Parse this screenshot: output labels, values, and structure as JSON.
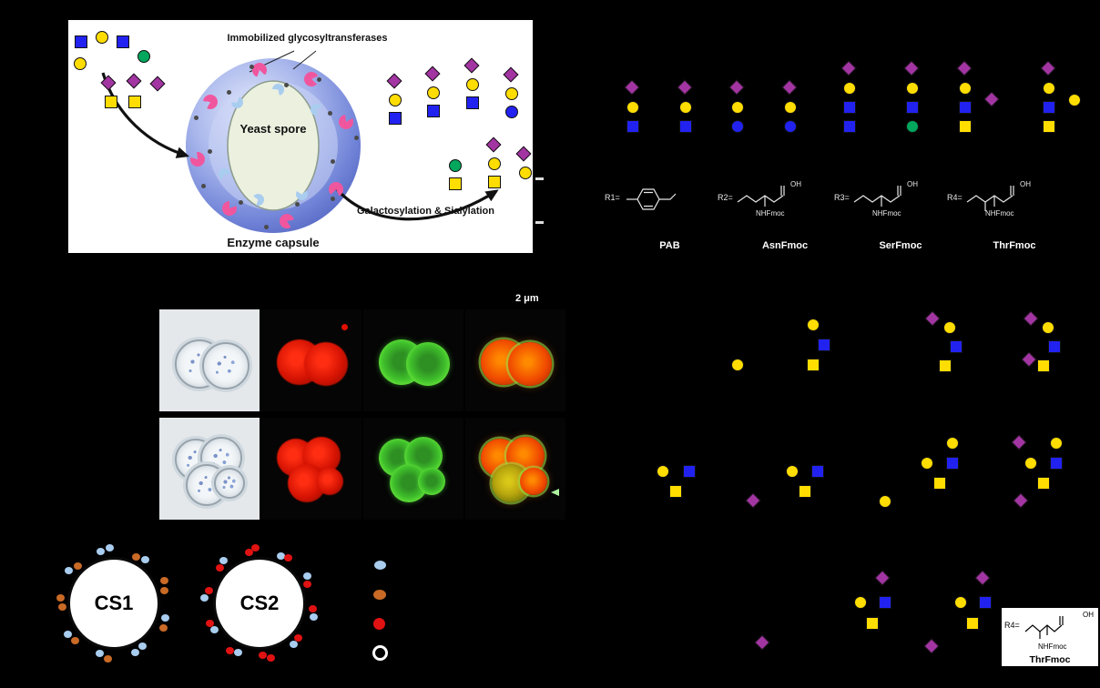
{
  "figure": {
    "panel_a": {
      "immobilized_label": "Immobilized glycosyltransferases",
      "yeast_spore_label": "Yeast spore",
      "galactosylation_label": "Galactosylation & Sialylation",
      "caption": "Enzyme capsule"
    },
    "microscopy": {
      "scale_label": "2 μm"
    },
    "capsules": {
      "cs1": {
        "label": "CS1",
        "dots": [
          "lightblue",
          "orange",
          "lightblue",
          "orange",
          "orange",
          "lightblue",
          "orange",
          "lightblue",
          "lightblue",
          "orange",
          "lightblue",
          "orange",
          "lightblue",
          "orange",
          "orange",
          "lightblue",
          "orange",
          "lightblue"
        ]
      },
      "cs2": {
        "label": "CS2",
        "dots": [
          "red",
          "lightblue",
          "red",
          "lightblue",
          "red",
          "red",
          "lightblue",
          "red",
          "lightblue",
          "red",
          "red",
          "lightblue",
          "red",
          "lightblue",
          "red",
          "lightblue",
          "red",
          "red",
          "lightblue",
          "red"
        ]
      },
      "legend_swatches": [
        "lightblue",
        "orange",
        "red",
        "open"
      ]
    },
    "chem": {
      "items": [
        {
          "r_label": "R1=",
          "name": "PAB"
        },
        {
          "r_label": "R2=",
          "name": "AsnFmoc",
          "oh": "OH",
          "nhfmoc": "NHFmoc"
        },
        {
          "r_label": "R3=",
          "name": "SerFmoc",
          "oh": "OH",
          "nhfmoc": "NHFmoc"
        },
        {
          "r_label": "R4=",
          "name": "ThrFmoc",
          "oh": "OH",
          "nhfmoc": "NHFmoc"
        }
      ]
    },
    "r4_box": {
      "r_label": "R4=",
      "oh": "OH",
      "nhfmoc": "NHFmoc",
      "name": "ThrFmoc"
    }
  },
  "colors": {
    "yellow": "#FFDD00",
    "blue": "#2222F0",
    "purple": "#A335A3",
    "green": "#00A75C",
    "lightblue": "#A9CDEF",
    "orange": "#C96A26",
    "red": "#E01212",
    "pink": "#F0569E"
  },
  "glycans": [
    [
      89,
      46,
      "sq",
      "blue"
    ],
    [
      112,
      41,
      "ci",
      "yellow"
    ],
    [
      135,
      46,
      "sq",
      "blue"
    ],
    [
      88,
      70,
      "ci",
      "yellow"
    ],
    [
      158,
      62,
      "ci",
      "green"
    ],
    [
      120,
      92,
      "di",
      "purple"
    ],
    [
      148,
      90,
      "di",
      "purple"
    ],
    [
      174,
      93,
      "di",
      "purple"
    ],
    [
      122,
      112,
      "sq",
      "yellow"
    ],
    [
      148,
      112,
      "sq",
      "yellow"
    ],
    [
      434,
      90,
      "di",
      "purple"
    ],
    [
      434,
      110,
      "ci",
      "yellow"
    ],
    [
      434,
      130,
      "sq",
      "blue"
    ],
    [
      476,
      82,
      "di",
      "purple"
    ],
    [
      476,
      102,
      "ci",
      "yellow"
    ],
    [
      476,
      122,
      "sq",
      "blue"
    ],
    [
      519,
      73,
      "di",
      "purple"
    ],
    [
      519,
      93,
      "ci",
      "yellow"
    ],
    [
      519,
      113,
      "sq",
      "blue"
    ],
    [
      562,
      83,
      "di",
      "purple"
    ],
    [
      562,
      103,
      "ci",
      "yellow"
    ],
    [
      562,
      123,
      "ci",
      "blue"
    ],
    [
      543,
      160,
      "di",
      "purple"
    ],
    [
      543,
      180,
      "ci",
      "yellow"
    ],
    [
      543,
      200,
      "sq",
      "yellow"
    ],
    [
      500,
      182,
      "ci",
      "green"
    ],
    [
      500,
      202,
      "sq",
      "yellow"
    ],
    [
      576,
      170,
      "di",
      "purple"
    ],
    [
      577,
      190,
      "ci",
      "yellow"
    ],
    [
      695,
      97,
      "di",
      "purple"
    ],
    [
      695,
      118,
      "ci",
      "yellow"
    ],
    [
      695,
      139,
      "sq",
      "blue"
    ],
    [
      753,
      97,
      "di",
      "purple"
    ],
    [
      753,
      118,
      "ci",
      "yellow"
    ],
    [
      753,
      139,
      "sq",
      "blue"
    ],
    [
      810,
      97,
      "di",
      "purple"
    ],
    [
      810,
      118,
      "ci",
      "yellow"
    ],
    [
      810,
      139,
      "ci",
      "blue"
    ],
    [
      868,
      97,
      "di",
      "purple"
    ],
    [
      868,
      118,
      "ci",
      "yellow"
    ],
    [
      868,
      139,
      "ci",
      "blue"
    ],
    [
      933,
      76,
      "di",
      "purple"
    ],
    [
      933,
      97,
      "ci",
      "yellow"
    ],
    [
      933,
      118,
      "sq",
      "blue"
    ],
    [
      933,
      139,
      "sq",
      "blue"
    ],
    [
      1002,
      76,
      "di",
      "purple"
    ],
    [
      1002,
      97,
      "ci",
      "yellow"
    ],
    [
      1002,
      118,
      "sq",
      "blue"
    ],
    [
      1002,
      139,
      "ci",
      "green"
    ],
    [
      1060,
      76,
      "di",
      "purple"
    ],
    [
      1060,
      97,
      "ci",
      "yellow"
    ],
    [
      1060,
      118,
      "sq",
      "blue"
    ],
    [
      1060,
      139,
      "sq",
      "yellow"
    ],
    [
      1090,
      110,
      "di",
      "purple"
    ],
    [
      1152,
      76,
      "di",
      "purple"
    ],
    [
      1152,
      97,
      "ci",
      "yellow"
    ],
    [
      1152,
      118,
      "sq",
      "blue"
    ],
    [
      1152,
      139,
      "sq",
      "yellow"
    ],
    [
      1180,
      110,
      "ci",
      "yellow"
    ],
    [
      810,
      401,
      "ci",
      "yellow"
    ],
    [
      893,
      357,
      "ci",
      "yellow"
    ],
    [
      905,
      379,
      "sq",
      "blue"
    ],
    [
      893,
      401,
      "sq",
      "yellow"
    ],
    [
      1025,
      351,
      "di",
      "purple"
    ],
    [
      1043,
      360,
      "ci",
      "yellow"
    ],
    [
      1050,
      381,
      "sq",
      "blue"
    ],
    [
      1038,
      402,
      "sq",
      "yellow"
    ],
    [
      1133,
      351,
      "di",
      "purple"
    ],
    [
      1151,
      360,
      "ci",
      "yellow"
    ],
    [
      1158,
      381,
      "sq",
      "blue"
    ],
    [
      1146,
      402,
      "sq",
      "yellow"
    ],
    [
      1131,
      396,
      "di",
      "purple"
    ],
    [
      728,
      518,
      "ci",
      "yellow"
    ],
    [
      757,
      518,
      "sq",
      "blue"
    ],
    [
      742,
      540,
      "sq",
      "yellow"
    ],
    [
      828,
      551,
      "di",
      "purple"
    ],
    [
      870,
      518,
      "ci",
      "yellow"
    ],
    [
      898,
      518,
      "sq",
      "blue"
    ],
    [
      884,
      540,
      "sq",
      "yellow"
    ],
    [
      972,
      551,
      "ci",
      "yellow"
    ],
    [
      1018,
      509,
      "ci",
      "yellow"
    ],
    [
      1046,
      509,
      "sq",
      "blue"
    ],
    [
      1046,
      487,
      "ci",
      "yellow"
    ],
    [
      1032,
      531,
      "sq",
      "yellow"
    ],
    [
      1120,
      487,
      "di",
      "purple"
    ],
    [
      1132,
      509,
      "ci",
      "yellow"
    ],
    [
      1160,
      509,
      "sq",
      "blue"
    ],
    [
      1160,
      487,
      "ci",
      "yellow"
    ],
    [
      1146,
      531,
      "sq",
      "yellow"
    ],
    [
      1122,
      551,
      "di",
      "purple"
    ],
    [
      970,
      636,
      "di",
      "purple"
    ],
    [
      945,
      662,
      "ci",
      "yellow"
    ],
    [
      972,
      662,
      "sq",
      "blue"
    ],
    [
      958,
      685,
      "sq",
      "yellow"
    ],
    [
      1080,
      636,
      "di",
      "purple"
    ],
    [
      1055,
      662,
      "ci",
      "yellow"
    ],
    [
      1082,
      662,
      "sq",
      "blue"
    ],
    [
      1068,
      685,
      "sq",
      "yellow"
    ],
    [
      838,
      707,
      "di",
      "purple"
    ],
    [
      1024,
      711,
      "di",
      "purple"
    ]
  ]
}
